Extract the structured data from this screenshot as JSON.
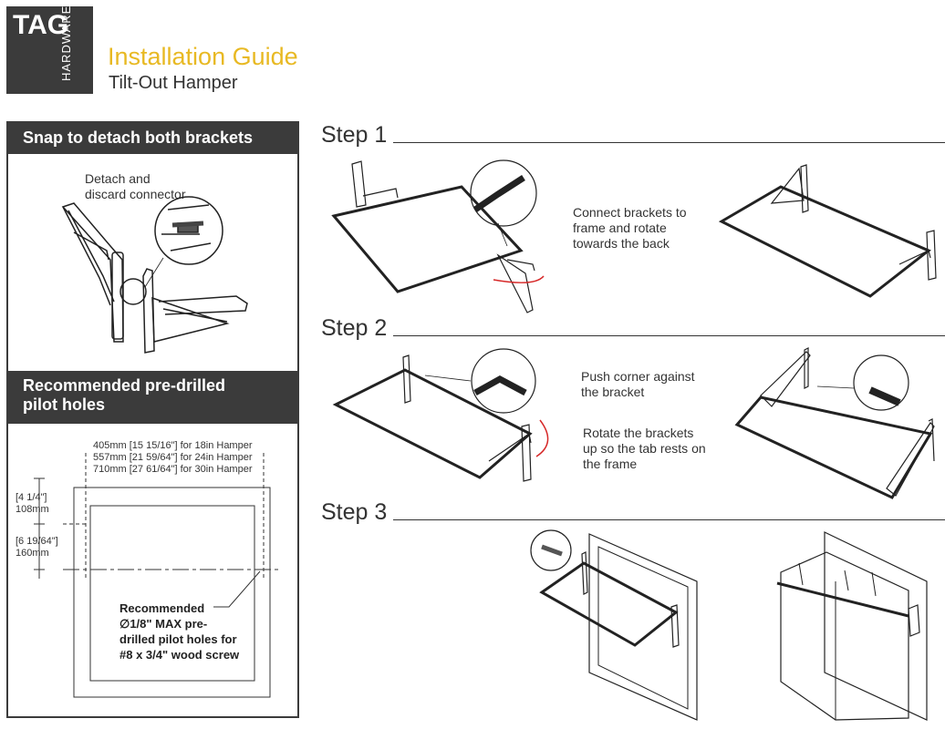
{
  "header": {
    "logo_main": "TAG",
    "logo_side": "HARDWARE",
    "title": "Installation Guide",
    "subtitle": "Tilt-Out Hamper"
  },
  "panel": {
    "section1_title": "Snap to detach both brackets",
    "detach_note": [
      "Detach and",
      "discard connector"
    ],
    "section2_title": [
      "Recommended pre-drilled",
      "pilot holes"
    ],
    "dimensions": [
      "405mm [15 15/16\"] for 18in Hamper",
      "557mm [21 59/64\"] for 24in Hamper",
      "710mm [27 61/64\"] for 30in Hamper"
    ],
    "vert_dim_1": [
      "[4 1/4\"]",
      "108mm"
    ],
    "vert_dim_2": [
      "[6 19/64\"]",
      "160mm"
    ],
    "pilot_note": [
      "Recommended",
      "∅1/8\" MAX pre-",
      "drilled pilot holes for",
      "#8 x 3/4\" wood screw"
    ]
  },
  "steps": [
    {
      "label": "Step 1",
      "texts": [
        [
          "Connect brackets to",
          "frame and rotate",
          "towards the back"
        ]
      ]
    },
    {
      "label": "Step 2",
      "texts": [
        [
          "Push corner against",
          "the bracket"
        ],
        [
          "Rotate the brackets",
          "up so the tab rests on",
          "the frame"
        ]
      ]
    },
    {
      "label": "Step 3",
      "texts": []
    }
  ],
  "colors": {
    "dark": "#3b3b3b",
    "accent": "#e8b923",
    "arrow": "#d62828"
  }
}
